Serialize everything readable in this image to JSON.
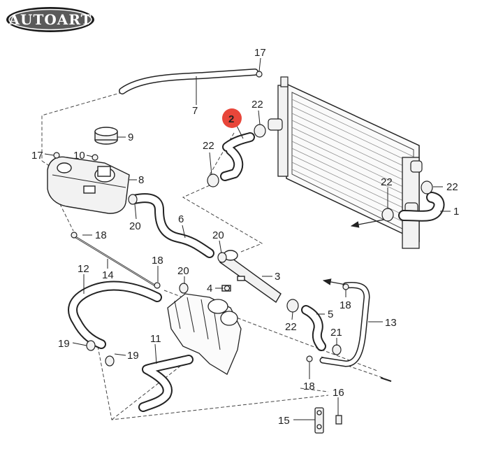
{
  "brand": {
    "logo_text": "AUTOART",
    "logo_fill": "#5a5a5a",
    "logo_ring": "#1a1a1a"
  },
  "colors": {
    "line": "#222222",
    "hose": "#ffffff",
    "part": "#f2f2f2",
    "highlight": "#e8463a"
  },
  "highlighted_part": "2",
  "callouts": [
    "17",
    "7",
    "2",
    "22",
    "9",
    "17",
    "10",
    "8",
    "22",
    "22",
    "22",
    "1",
    "20",
    "6",
    "18",
    "20",
    "14",
    "18",
    "3",
    "12",
    "20",
    "4",
    "18",
    "22",
    "5",
    "13",
    "21",
    "19",
    "11",
    "19",
    "18",
    "16",
    "15"
  ]
}
